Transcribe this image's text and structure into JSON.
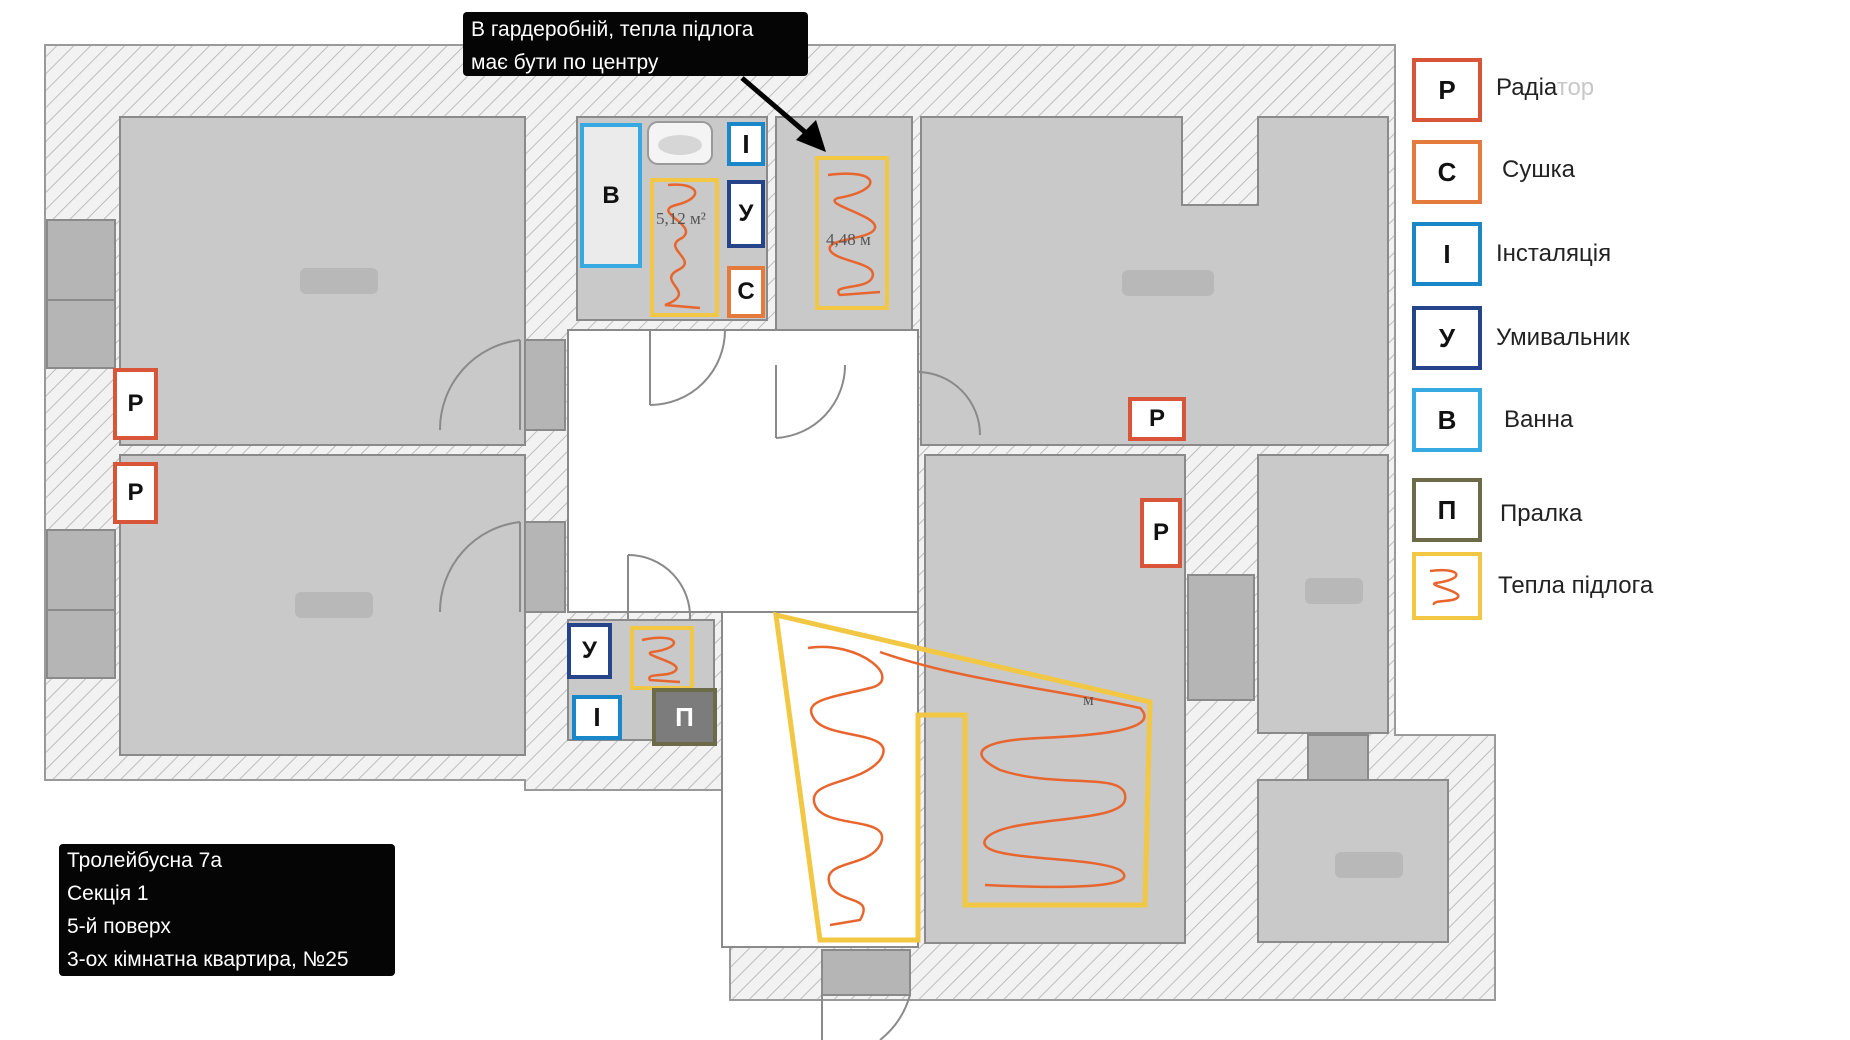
{
  "legend": {
    "radiator": {
      "symbol": "Р",
      "label_main": "Радіа",
      "label_faded": "тор",
      "color": "#d8553a"
    },
    "dryer": {
      "symbol": "С",
      "label": "Сушка",
      "color": "#e47a3c"
    },
    "installation": {
      "symbol": "І",
      "label": "Інсталяція",
      "color": "#1a88c8"
    },
    "sink": {
      "symbol": "У",
      "label": "Умивальник",
      "color": "#26448a"
    },
    "bath": {
      "symbol": "В",
      "label": "Ванна",
      "color": "#36a8e2"
    },
    "washer": {
      "symbol": "П",
      "label": "Пралка",
      "color": "#6b6b4a"
    },
    "floor_heating": {
      "label": "Тепла підлога",
      "color": "#f2c744",
      "line_color": "#e8662e"
    }
  },
  "callout": {
    "lines": [
      "В гардеробній, тепла підлога",
      "має бути по центру"
    ]
  },
  "info_box": {
    "lines": [
      "Тролейбусна 7а",
      "Секція 1",
      "5-й поверх",
      "3-ох кімнатна квартира, №25"
    ]
  },
  "area_labels": {
    "bathroom": "5,12 м²",
    "wardrobe": "4,48 м",
    "living": "м"
  },
  "colors": {
    "room_fill": "#c9c9c9",
    "hall_fill": "#ffffff",
    "wall_hatch": "#bdbdbd",
    "heating_outline": "#f2c744",
    "heating_loop": "#e8662e"
  }
}
